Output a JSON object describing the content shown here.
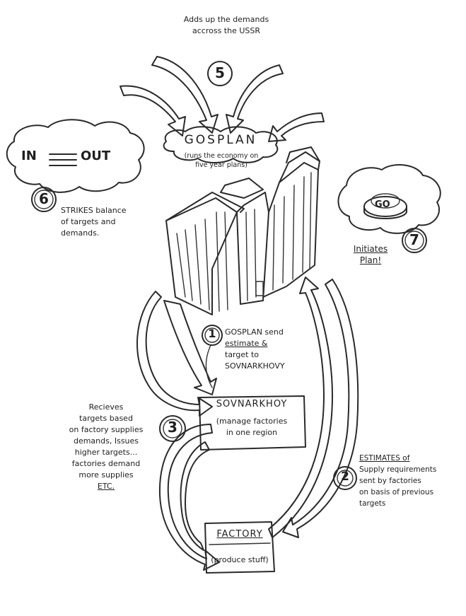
{
  "top_note": {
    "number": "5",
    "lines": [
      "Adds up the demands",
      "accross the USSR"
    ]
  },
  "gosplan": {
    "title": "GOSPLAN",
    "subtitle_lines": [
      "(runs the economy on",
      "five year plans)"
    ]
  },
  "balance_cloud": {
    "in_label": "IN",
    "out_label": "OUT",
    "number": "6",
    "note_lines": [
      "STRIKES balance",
      "of targets and",
      "demands."
    ]
  },
  "go_cloud": {
    "button_label": "GO",
    "number": "7",
    "note_lines": [
      "Initiates",
      "Plan!"
    ]
  },
  "step1": {
    "number": "1",
    "note_lines": [
      "GOSPLAN send",
      "estimate &",
      "target to",
      "SOVNARKHOVY"
    ]
  },
  "sovnarkhoy": {
    "title": "SOVNARKHOY",
    "subtitle_lines": [
      "(manage factories",
      "in one region"
    ]
  },
  "step3": {
    "number": "3",
    "note_lines": [
      "Recieves",
      "targets based",
      "on factory supplies",
      "demands, Issues",
      "higher targets...",
      "factories demand",
      "more supplies",
      "ETC."
    ]
  },
  "step2": {
    "number": "2",
    "note_lines": [
      "ESTIMATES of",
      "Supply requirements",
      "sent by factories",
      "on basis of previous",
      "targets"
    ]
  },
  "factory": {
    "title": "FACTORY",
    "subtitle": "(produce stuff)"
  }
}
